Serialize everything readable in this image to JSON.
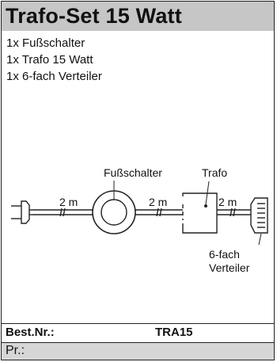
{
  "card": {
    "title": "Trafo-Set 15 Watt",
    "contents": [
      "1x Fußschalter",
      "1x Trafo 15 Watt",
      "1x 6-fach Verteiler"
    ],
    "diagram": {
      "cable_left": "2 m",
      "cable_middle": "2 m",
      "cable_right": "2 m",
      "switch_label": "Fußschalter",
      "transformer_label": "Trafo",
      "distributor_label_line1": "6-fach",
      "distributor_label_line2": "Verteiler"
    },
    "order_label": "Best.Nr.:",
    "order_number": "TRA15",
    "price_label": "Pr.:"
  },
  "colors": {
    "header_bg": "#c6c6c6",
    "price_bg": "#d6d6d6",
    "line": "#222222"
  }
}
